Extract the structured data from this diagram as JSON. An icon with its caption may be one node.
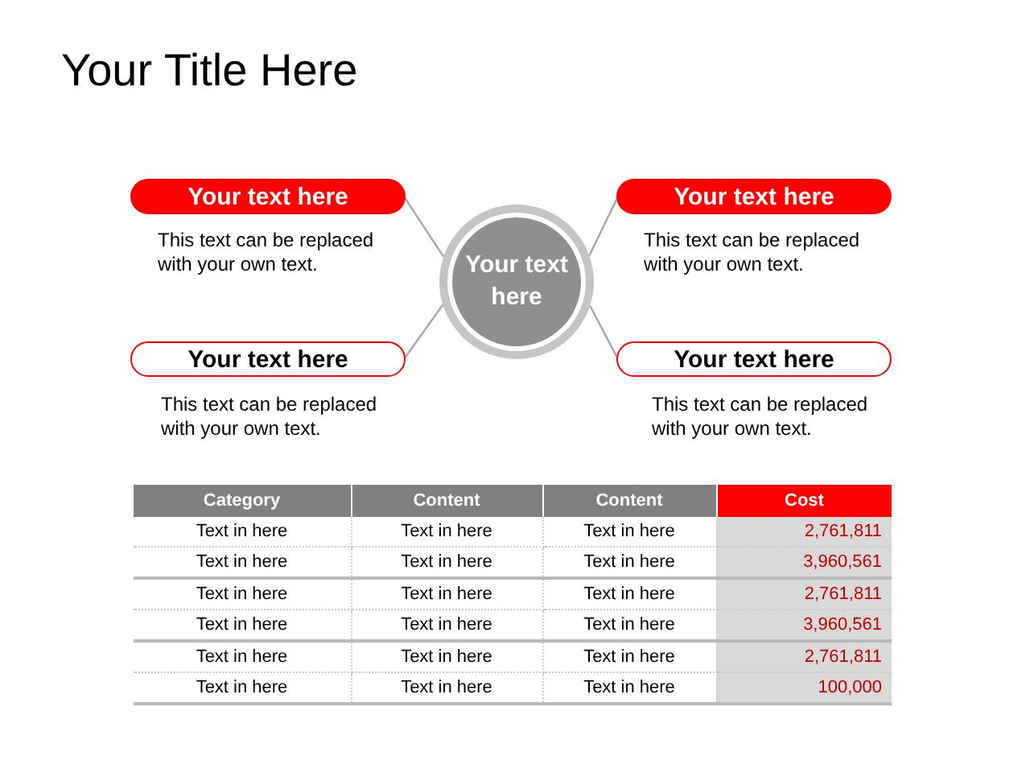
{
  "diagram": {
    "title": "Your Title Here",
    "nodes": [
      {
        "text": [
          "Your text here"
        ],
        "beside": [
          "This text can be replaced with your own text."
        ]
      },
      {
        "text": [
          "Your text here"
        ],
        "beside": [
          "This text can be replaced with your own text."
        ]
      },
      {
        "text": [
          "Your text here"
        ]
      },
      {
        "text": [
          "Your text here"
        ],
        "beside": [
          "This text can be replaced with your own text."
        ]
      },
      {
        "text": [
          "Your text here"
        ],
        "beside": [
          "This text can be replaced with your own text."
        ]
      }
    ],
    "edges": [
      {
        "from": 2,
        "to": 0,
        "arrow": "none"
      },
      {
        "from": 2,
        "to": 1,
        "arrow": "none"
      },
      {
        "from": 2,
        "to": 3,
        "arrow": "none"
      },
      {
        "from": 2,
        "to": 4,
        "arrow": "none"
      }
    ],
    "labels": [
      "Category",
      "Content",
      "Content",
      "Cost",
      "Text in here",
      "Text in here",
      "Text in here",
      "2,761,811",
      "Text in here",
      "Text in here",
      "Text in here",
      "3,960,561",
      "Text in here",
      "Text in here",
      "Text in here",
      "2,761,811",
      "Text in here",
      "Text in here",
      "Text in here",
      "3,960,561",
      "Text in here",
      "Text in here",
      "Text in here",
      "2,761,811",
      "Text in here",
      "Text in here",
      "Text in here",
      "100,000"
    ]
  }
}
